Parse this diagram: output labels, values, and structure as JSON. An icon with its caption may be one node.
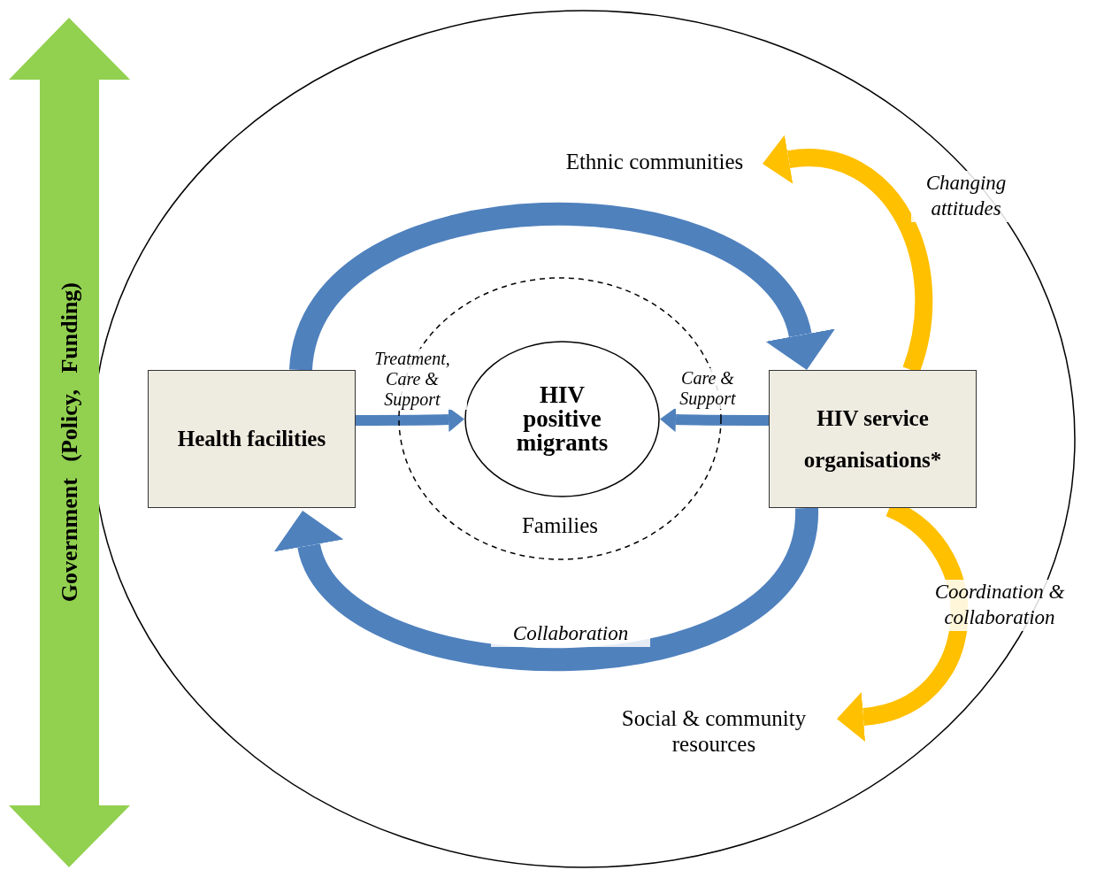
{
  "diagram": {
    "nodes": [
      {
        "text": [
          "Ethnic communities"
        ]
      },
      {
        "text": [
          "Health facilities"
        ]
      },
      {
        "text": [
          "Families"
        ]
      },
      {
        "text": [
          "HIV positive migrants"
        ],
        "in": 2
      },
      {
        "text": [
          "HIV service organisations*"
        ]
      },
      {
        "text": [
          "Social & community resources"
        ]
      },
      {
        "text": [
          "Government (Policy, Funding)"
        ]
      }
    ],
    "edges": [
      {
        "from": 1,
        "to": 4,
        "arrow": "to"
      },
      {
        "from": 4,
        "to": 1,
        "arrow": "to",
        "label": "Collaboration"
      },
      {
        "from": 1,
        "to": 3,
        "arrow": "to",
        "label": "Treatment, Care & Support"
      },
      {
        "from": 4,
        "to": 3,
        "arrow": "to",
        "label": "Care & Support"
      },
      {
        "from": 4,
        "to": 0,
        "arrow": "to",
        "label": "Changing attitudes",
        "color": "#ffc000"
      },
      {
        "from": 4,
        "to": 5,
        "arrow": "to",
        "label": "Coordination & collaboration",
        "color": "#ffc000"
      }
    ]
  }
}
